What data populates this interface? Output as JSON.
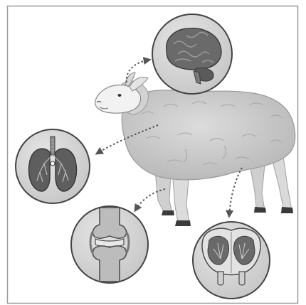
{
  "figure": {
    "subject": "sheep",
    "organs": [
      {
        "name": "brain",
        "icon": "brain-icon"
      },
      {
        "name": "lungs",
        "icon": "lungs-icon"
      },
      {
        "name": "joint",
        "icon": "knee-joint-icon"
      },
      {
        "name": "mammary gland",
        "icon": "udder-icon"
      }
    ],
    "colors": {
      "background": "#ffffff",
      "border": "#9a9a9a",
      "wool": "#c9c9c9",
      "wool_shadow": "#a9a9a9",
      "leg": "#d9d9d9",
      "hoof": "#3a3a3a",
      "circle_fill": "#d6d6d6",
      "circle_stroke": "#444444",
      "arrow": "#555555",
      "organ_dark": "#5a5a5a",
      "organ_mid": "#808080",
      "organ_light": "#b8b8b8"
    }
  }
}
